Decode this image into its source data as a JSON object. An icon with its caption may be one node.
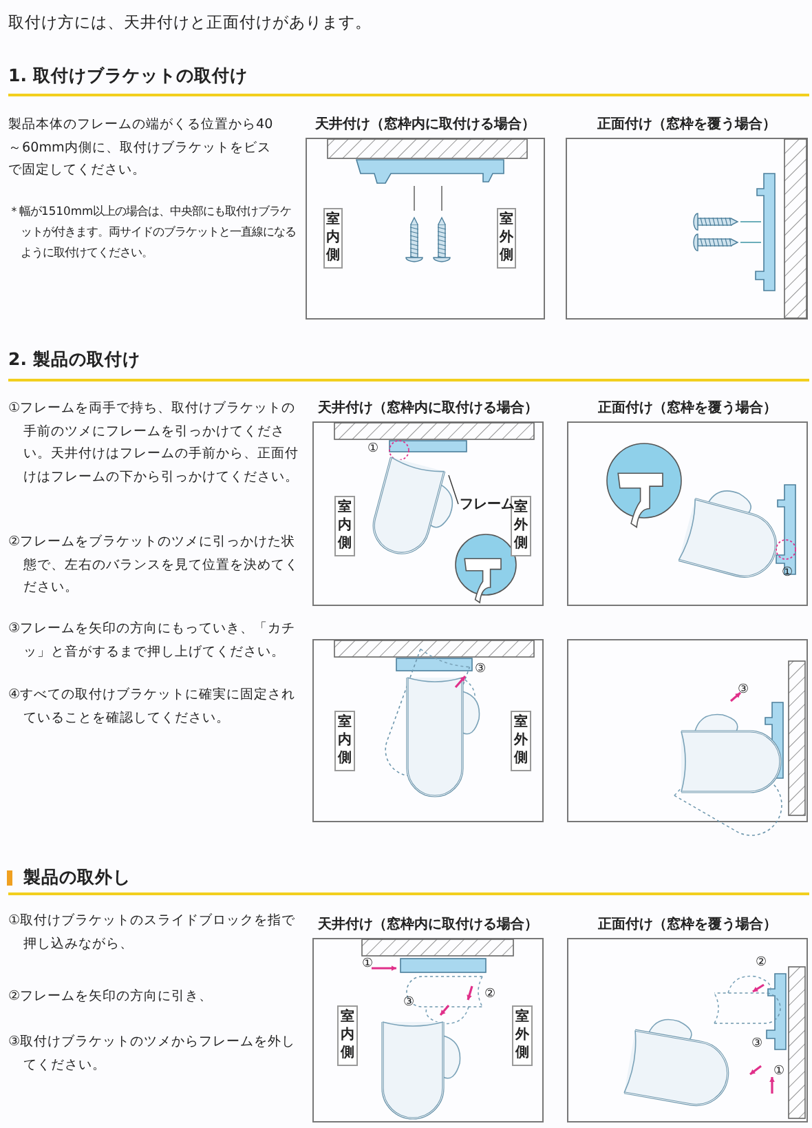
{
  "diagram": {
    "title": "取付け方には、天井付けと正面付けがあります。",
    "nodes": [
      {
        "text": [
          "天井付け（窓枠内に取付ける場合）"
        ]
      },
      {
        "text": [
          "室内側"
        ],
        "in": 0
      },
      {
        "text": [
          "室外側"
        ],
        "in": 0
      },
      {
        "text": [
          "正面付け（窓枠を覆う場合）"
        ]
      },
      {
        "text": [
          "天井付け（窓枠内に取付ける場合）"
        ]
      },
      {
        "text": [
          "室内側"
        ],
        "in": 4
      },
      {
        "text": [
          "室外側"
        ],
        "in": 4
      },
      {
        "text": [
          "フレーム"
        ],
        "in": 4
      },
      {
        "text": [],
        "shape": "picture",
        "in": 4
      },
      {
        "text": [
          "正面付け（窓枠を覆う場合）"
        ]
      },
      {
        "text": [],
        "shape": "box"
      },
      {
        "text": [
          "室内側"
        ],
        "in": 10
      },
      {
        "text": [
          "室外側"
        ],
        "in": 10
      },
      {
        "text": [],
        "shape": "box"
      },
      {
        "text": [
          "天井付け（窓枠内に取付ける場合）"
        ]
      },
      {
        "text": [
          "室内側"
        ],
        "in": 14
      },
      {
        "text": [
          "室外側"
        ],
        "in": 14
      },
      {
        "text": [
          "正面付け（窓枠を覆う場合）"
        ]
      }
    ],
    "edges": [
      {
        "from": 7,
        "to": 8,
        "arrow": "none"
      }
    ],
    "labels": [
      "1. 取付けブラケットの取付け",
      "製品本体のフレームの端がくる位置から40～60mm内側に、取付けブラケットをビスで固定してください。",
      "＊幅が1510mm以上の場合は、中央部にも取付けブラケットが付きます。両サイドのブラケットと一直線になるように取付けてください。",
      "2. 製品の取付け",
      "①フレームを両手で持ち、取付けブラケットの手前のツメにフレームを引っかけてください。天井付けはフレームの手前から、正面付けはフレームの下から引っかけてください。",
      "②フレームをブラケットのツメに引っかけた状態で、左右のバランスを見て位置を決めてください。",
      "③フレームを矢印の方向にもっていき、「カチッ」と音がするまで押し上げてください。",
      "④すべての取付けブラケットに確実に固定されていることを確認してください。",
      "①",
      "①",
      "③",
      "③",
      "製品の取外し",
      "①取付けブラケットのスライドブロックを指で押し込みながら、",
      "②フレームを矢印の方向に引き、",
      "③取付けブラケットのツメからフレームを外してください。",
      "①",
      "②",
      "③",
      "②",
      "③",
      "①"
    ]
  }
}
